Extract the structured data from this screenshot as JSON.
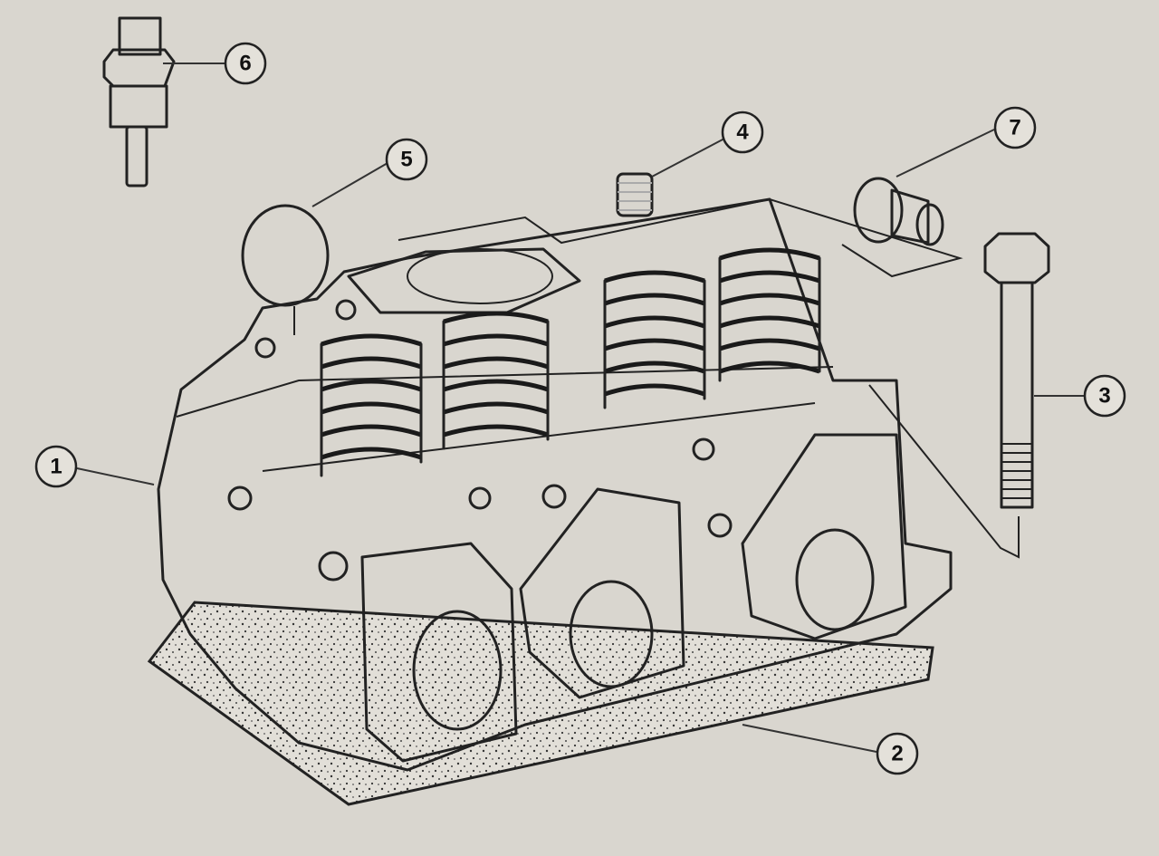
{
  "background_color": "#d9d6cf",
  "line_color": "#222222",
  "callouts": [
    {
      "id": "callout-1",
      "label": "1"
    },
    {
      "id": "callout-2",
      "label": "2"
    },
    {
      "id": "callout-3",
      "label": "3"
    },
    {
      "id": "callout-4",
      "label": "4"
    },
    {
      "id": "callout-5",
      "label": "5"
    },
    {
      "id": "callout-6",
      "label": "6"
    },
    {
      "id": "callout-7",
      "label": "7"
    }
  ]
}
